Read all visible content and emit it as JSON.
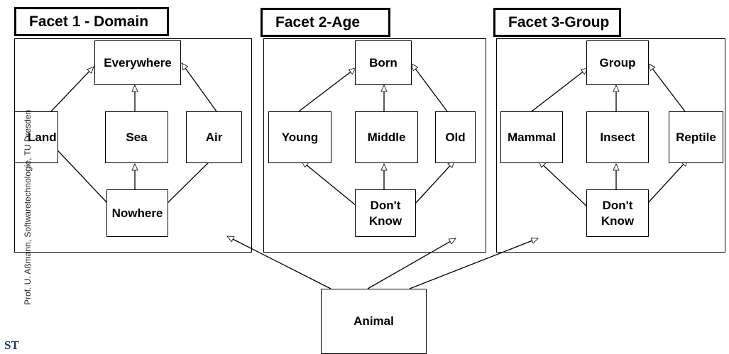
{
  "facets": [
    {
      "title": "Facet 1 - Domain",
      "top": "Everywhere",
      "children": [
        "Land",
        "Sea",
        "Air"
      ],
      "bottom": "Nowhere"
    },
    {
      "title": "Facet 2-Age",
      "top": "Born",
      "children": [
        "Young",
        "Middle",
        "Old"
      ],
      "bottom": "Don't\nKnow"
    },
    {
      "title": "Facet 3-Group",
      "top": "Group",
      "children": [
        "Mammal",
        "Insect",
        "Reptile"
      ],
      "bottom": "Don't\nKnow"
    }
  ],
  "root": {
    "label": "Animal"
  },
  "footer": {
    "credit": "Prof. U. Aßmann, Softwaretechnologie, TU Dresden",
    "logo_text": "ST"
  }
}
